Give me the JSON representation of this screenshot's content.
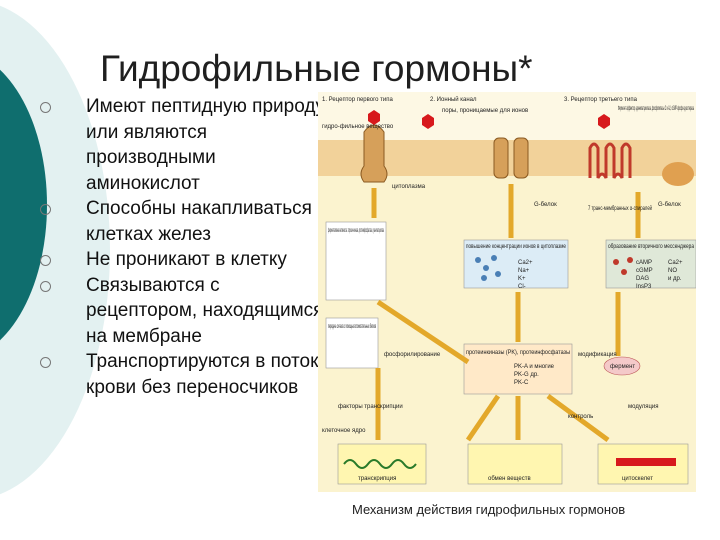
{
  "title": "Гидрофильные гормоны*",
  "bullets": [
    "Имеют пептидную природу или являются производными аминокислот",
    "Способны накапливаться в клетках желез",
    "Не проникают в клетку",
    "Связываются с рецептором, находящимся на мембране",
    "Транспортируются в потоке крови без переносчиков"
  ],
  "caption": "Механизм действия гидрофильных гормонов",
  "colors": {
    "teal_dark": "#0f6e6e",
    "teal_light": "#d8ecec",
    "membrane": "#f2d29a",
    "cytoplasm": "#fbf3cf"
  },
  "diagram": {
    "receptor1": "1. Рецептор первого типа",
    "receptor1_note": "гидро-фильное вещество",
    "channel": "2. Ионный канал",
    "channel_note": "поры, проницаемые для ионов",
    "receptor3": "3. Рецептор третьего типа",
    "effector": "Фермент-эффектор аденилатциклаза, фосфолипазы С и А2, сGMP-фосфо-диэстераза",
    "cytoplasm": "цитоплазма",
    "g_protein_left": "G-белок",
    "g_protein_right": "G-белок",
    "transmembrane": "7 транс-мембранных α-спиралей",
    "enzyme_activity": "ферментативная активность: тирозин-киназа, протеинфосфатаза, гуанилатциклаза",
    "ion_increase": "повышение концентрации ионов в цитоплазме",
    "ions": [
      "Ca2+",
      "Na+",
      "K+",
      "Cl-"
    ],
    "second_messengers_title": "образование вторичного мессенджера",
    "second_messengers": [
      "cAMP",
      "Ca2+",
      "cGMP",
      "NO",
      "DAG",
      "и др.",
      "InsP3"
    ],
    "signal_transfer": "передача сигнала с помощью вспомогательных белков",
    "phosphorylation": "фосфорилирование",
    "protein_kinases": "протеинкиназы (PK), протеинфосфатазы",
    "pk_list": [
      "PK-A и многие",
      "PK-G др.",
      "PK-C"
    ],
    "modification": "модификация",
    "enzyme": "фермент",
    "transcription_factors": "факторы транскрипции",
    "nucleus": "клеточное ядро",
    "control": "контроль",
    "modulation": "модуляция",
    "transcription": "транскрипция",
    "metabolism": "обмен веществ",
    "cytoskeleton": "цитоскелет"
  }
}
